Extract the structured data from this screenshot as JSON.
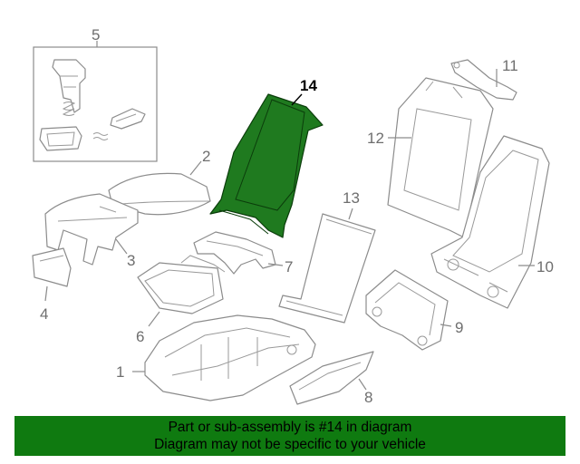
{
  "diagram": {
    "callouts": [
      "1",
      "2",
      "3",
      "4",
      "5",
      "6",
      "7",
      "8",
      "9",
      "10",
      "11",
      "12",
      "13",
      "14"
    ],
    "highlighted_callout": "14",
    "highlight_color": "#1f7a1f"
  },
  "banner": {
    "line1": "Part or sub-assembly is #14 in diagram",
    "line2": "Diagram may not be specific to your vehicle",
    "background": "#0f7a10"
  }
}
